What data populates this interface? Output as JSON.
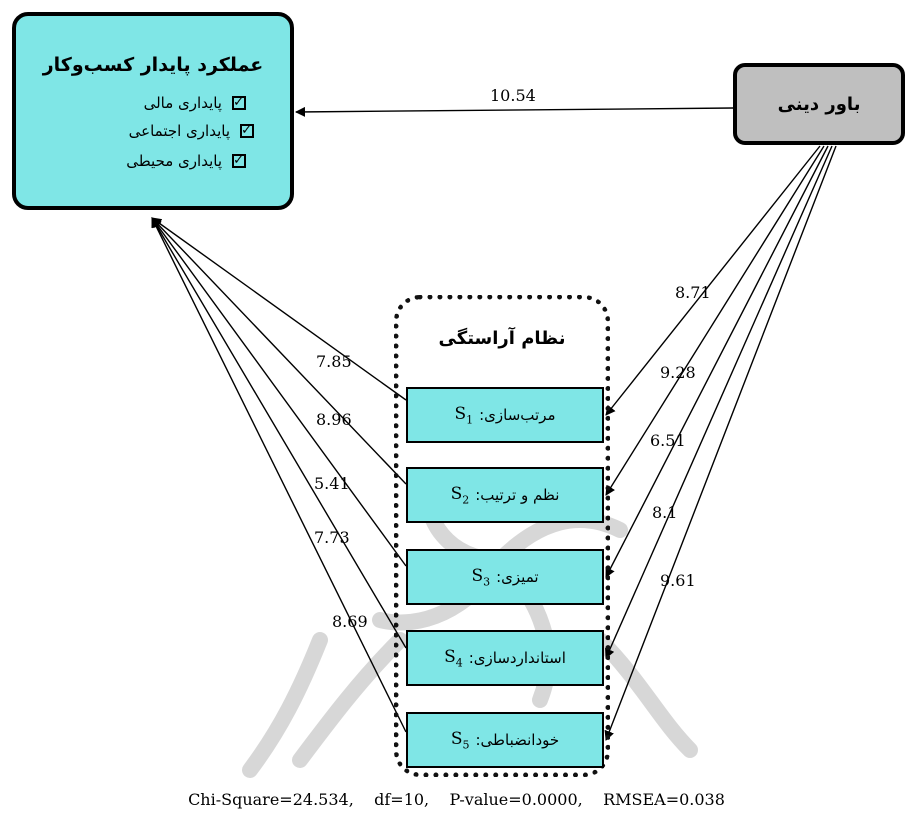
{
  "outcome": {
    "title": "عملکرد پایدار کسب‌وکار",
    "items": [
      "پایداری مالی",
      "پایداری اجتماعی",
      "پایداری محیطی"
    ]
  },
  "predictor": {
    "title": "باور دینی"
  },
  "mediator": {
    "title": "نظام آراستگی",
    "items": [
      {
        "label": "مرتب‌سازی:",
        "code": "S",
        "sub": "1"
      },
      {
        "label": "نظم و ترتیب:",
        "code": "S",
        "sub": "2"
      },
      {
        "label": "تمیزی:",
        "code": "S",
        "sub": "3"
      },
      {
        "label": "استانداردسازی:",
        "code": "S",
        "sub": "4"
      },
      {
        "label": "خودانضباطی:",
        "code": "S",
        "sub": "5"
      }
    ]
  },
  "coefficients": {
    "direct": "10.54",
    "predictor_to_s": [
      "8.71",
      "9.28",
      "6.51",
      "8.1",
      "9.61"
    ],
    "s_to_outcome": [
      "7.85",
      "8.96",
      "5.41",
      "7.73",
      "8.69"
    ]
  },
  "fit": {
    "chi_square": "Chi-Square=24.534,",
    "df": "df=10,",
    "p_value": "P-value=0.0000,",
    "rmsea": "RMSEA=0.038"
  },
  "colors": {
    "box_fill": "#7fe6e6",
    "predictor_fill": "#bfbfbf",
    "line": "#000000"
  }
}
